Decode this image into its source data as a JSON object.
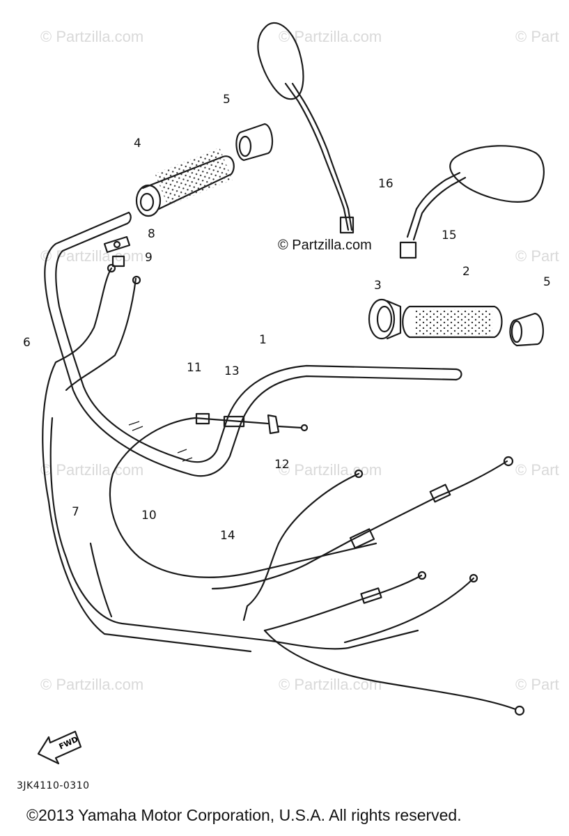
{
  "watermarks": [
    "© Partzilla.com",
    "© Partzilla.com",
    "© Part",
    "© Partzilla.com",
    "© Part",
    "© Partzilla.com",
    "© Partzilla.com",
    "© Part",
    "© Partzilla.com",
    "© Partzilla.com",
    "© Part"
  ],
  "center_watermark": "© Partzilla.com",
  "callouts": [
    "1",
    "2",
    "3",
    "4",
    "5",
    "5",
    "6",
    "7",
    "8",
    "9",
    "10",
    "11",
    "12",
    "13",
    "14",
    "15",
    "16"
  ],
  "fwd_label": "FWD",
  "diagram_code": "3JK4110-0310",
  "copyright": "©2013  Yamaha Motor Corporation, U.S.A. All rights reserved."
}
